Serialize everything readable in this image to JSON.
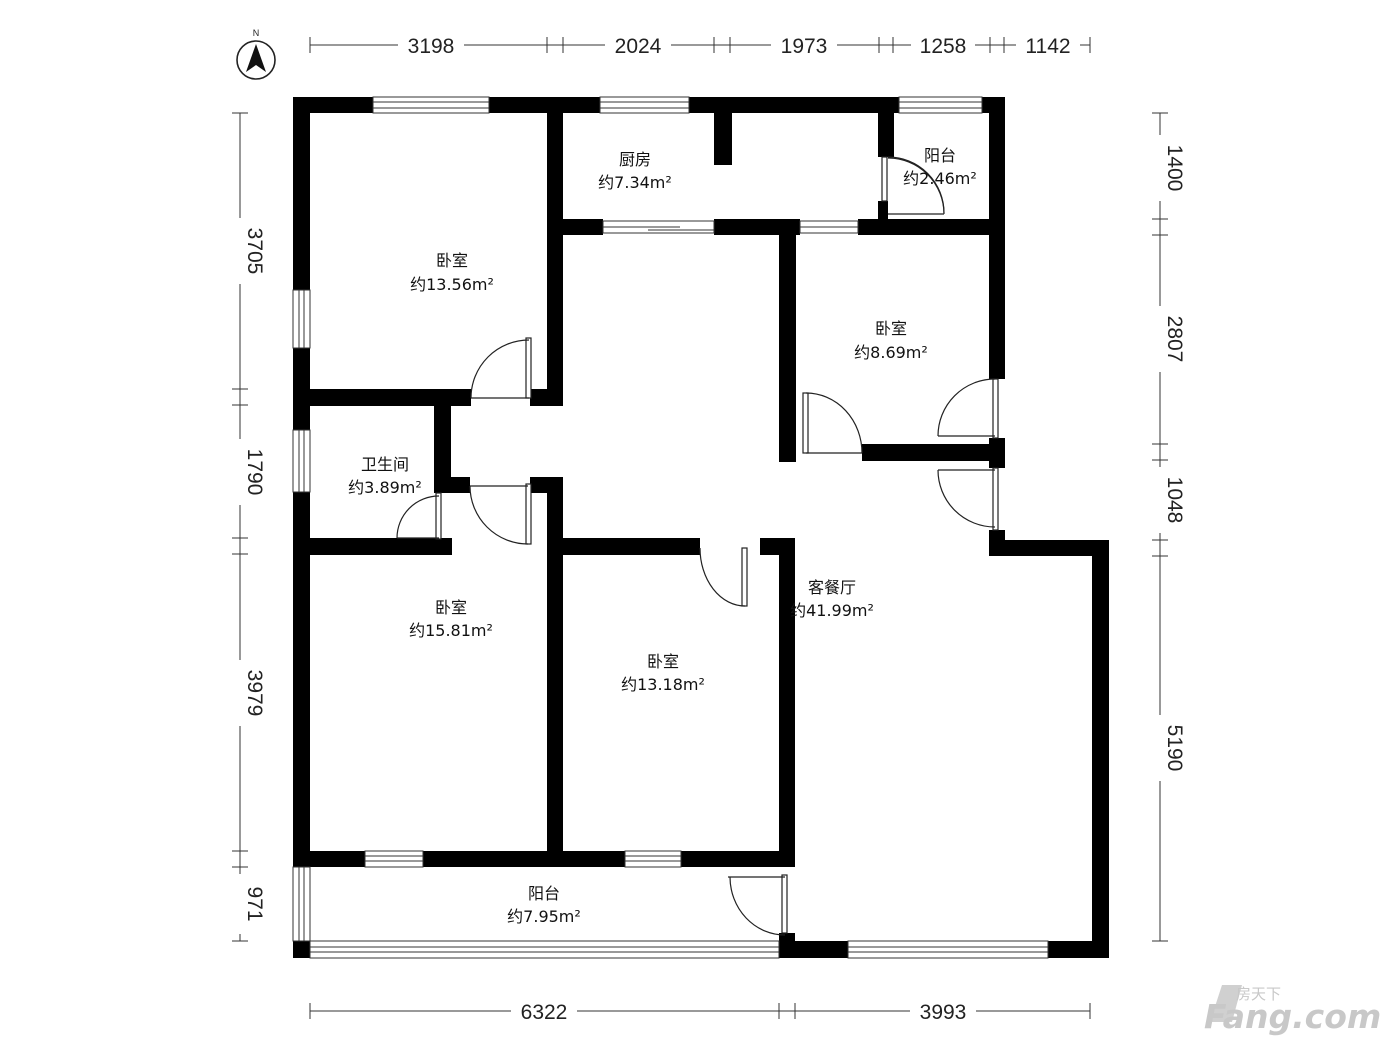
{
  "compass": {
    "label": "N"
  },
  "dimensions": {
    "top": [
      "3198",
      "2024",
      "1973",
      "1258",
      "1142"
    ],
    "bottom": [
      "6322",
      "3993"
    ],
    "left": [
      "3705",
      "1790",
      "3979",
      "971"
    ],
    "right": [
      "1400",
      "2807",
      "1048",
      "5190"
    ]
  },
  "rooms": [
    {
      "name": "卧室",
      "area": "约13.56m²"
    },
    {
      "name": "厨房",
      "area": "约7.34m²"
    },
    {
      "name": "阳台",
      "area": "约2.46m²"
    },
    {
      "name": "卧室",
      "area": "约8.69m²"
    },
    {
      "name": "卫生间",
      "area": "约3.89m²"
    },
    {
      "name": "卧室",
      "area": "约15.81m²"
    },
    {
      "name": "卧室",
      "area": "约13.18m²"
    },
    {
      "name": "客餐厅",
      "area": "约41.99m²"
    },
    {
      "name": "阳台",
      "area": "约7.95m²"
    }
  ],
  "watermark": {
    "cn": "房天下",
    "en": "Fang.com"
  },
  "colors": {
    "wall": "#000000",
    "line": "#333333",
    "watermark": "#c8c8c8"
  }
}
